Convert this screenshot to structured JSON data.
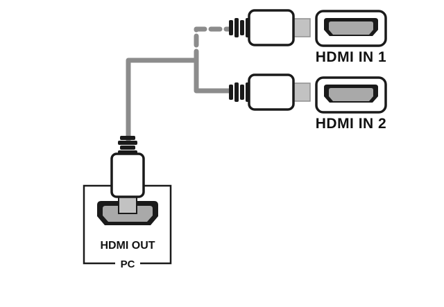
{
  "diagram": {
    "labels": {
      "hdmi_in_1": "HDMI IN 1",
      "hdmi_in_2": "HDMI IN 2",
      "hdmi_out": "HDMI OUT",
      "pc": "PC"
    },
    "colors": {
      "cable_gray": "#8c8c8c",
      "outline_black": "#1a1a1a",
      "metal_gray": "#c2c2c2",
      "port_inner_gray": "#a9a9a9"
    }
  }
}
